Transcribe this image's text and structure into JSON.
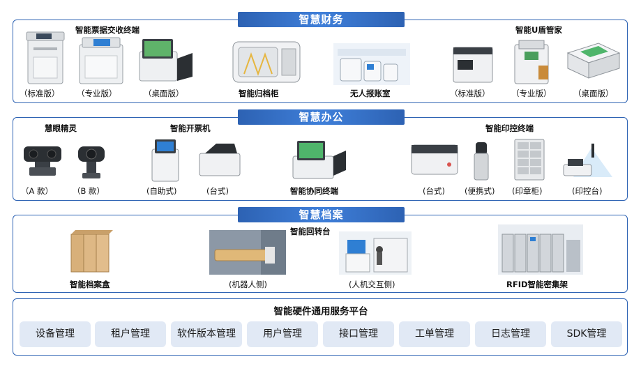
{
  "finance": {
    "banner": "智慧财务",
    "receipt_terminal": {
      "title": "智能票据交收终端",
      "standard": "（标准版）",
      "pro": "（专业版）",
      "desktop": "（桌面版）"
    },
    "archive_cabinet": "智能归档柜",
    "unmanned_room": "无人报账室",
    "ukey": {
      "title": "智能U盾管家",
      "standard": "（标准版）",
      "pro": "（专业版）",
      "desktop": "（桌面版）"
    }
  },
  "office": {
    "banner": "智慧办公",
    "smart_eye": {
      "title": "慧眼精灵",
      "a": "（A 款）",
      "b": "（B 款）"
    },
    "invoicing": {
      "title": "智能开票机",
      "self": "(自助式)",
      "desk": "(台式)"
    },
    "collab_terminal": "智能协同终端",
    "seal": {
      "title": "智能印控终端",
      "desk": "(台式)",
      "portable": "(便携式)",
      "cabinet": "(印章柜)",
      "table": "(印控台)"
    }
  },
  "archive": {
    "banner": "智慧档案",
    "box": "智能档案盒",
    "rotary": {
      "title": "智能回转台",
      "robot": "(机器人侧)",
      "human": "(人机交互侧)"
    },
    "rfid": "RFID智能密集架"
  },
  "platform": {
    "title": "智能硬件通用服务平台",
    "services": [
      "设备管理",
      "租户管理",
      "软件版本管理",
      "用户管理",
      "接口管理",
      "工单管理",
      "日志管理",
      "SDK管理"
    ]
  }
}
